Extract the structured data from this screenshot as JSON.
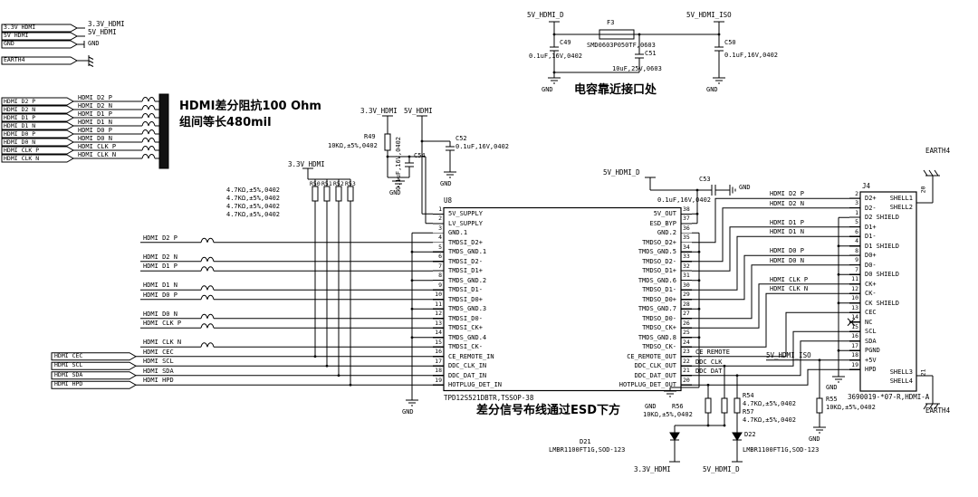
{
  "schematic": {
    "tl_ports": [
      {
        "label": "3.3V HDMI",
        "net": "3.3V_HDMI"
      },
      {
        "label": "5V HDMI",
        "net": "5V_HDMI"
      },
      {
        "label": "GND",
        "net": "GND"
      },
      {
        "label": "EARTH4",
        "net": "EARTH4"
      }
    ],
    "hdmi_in": [
      "HDMI D2 P",
      "HDMI D2 N",
      "HDMI D1 P",
      "HDMI D1 N",
      "HDMI D0 P",
      "HDMI D0 N",
      "HDMI CLK P",
      "HDMI CLK N"
    ],
    "notes": {
      "impedance": "HDMI差分阻抗100 Ohm",
      "matching": "组间等长480mil",
      "caps_near_connector": "电容靠近接口处",
      "esd_routing": "差分信号布线通过ESD下方"
    },
    "pullups": {
      "net": "3.3V_HDMI",
      "refs": [
        "R50",
        "R51",
        "R52",
        "R53"
      ],
      "values": [
        "4.7KΩ,±5%,0402",
        "4.7KΩ,±5%,0402",
        "4.7KΩ,±5%,0402",
        "4.7KΩ,±5%,0402"
      ]
    },
    "rail_33": {
      "net": "3.3V_HDMI",
      "r49_ref": "R49",
      "r49_val": "10KΩ,±5%,0402",
      "c54_ref": "C54",
      "c54_val": "0.1uF,16V,0402",
      "gnd": "GND"
    },
    "rail_5v": {
      "net": "5V_HDMI",
      "c52_ref": "C52",
      "c52_val": "0.1uF,16V,0402",
      "gnd": "GND"
    },
    "filter": {
      "net_in": "5V_HDMI_D",
      "net_out": "5V_HDMI_ISO",
      "fuse_ref": "F3",
      "fuse_part": "SMD0603P050TF,0603",
      "c49_ref": "C49",
      "c49_val": "0.1uF,16V,0402",
      "c51_ref": "C51",
      "c51_val": "10uF,25V,0603",
      "c50_ref": "C50",
      "c50_val": "0.1uF,16V,0402",
      "gnd_left": "GND",
      "gnd_right": "GND"
    },
    "c53": {
      "net": "5V_HDMI_D",
      "ref": "C53",
      "val": "0.1uF,16V,0402",
      "gnd": "GND"
    },
    "u8": {
      "ref": "U8",
      "part": "TPD12S521DBTR,TSSOP-38",
      "gnd": "GND",
      "left_pins": [
        {
          "num": "1",
          "name": "5V_SUPPLY"
        },
        {
          "num": "2",
          "name": "LV_SUPPLY"
        },
        {
          "num": "3",
          "name": "GND.1"
        },
        {
          "num": "4",
          "name": "TMDSI_D2+"
        },
        {
          "num": "5",
          "name": "TMDS_GND.1"
        },
        {
          "num": "6",
          "name": "TMDSI_D2-"
        },
        {
          "num": "7",
          "name": "TMDSI_D1+"
        },
        {
          "num": "8",
          "name": "TMDS_GND.2"
        },
        {
          "num": "9",
          "name": "TMDSI_D1-"
        },
        {
          "num": "10",
          "name": "TMDSI_D0+"
        },
        {
          "num": "11",
          "name": "TMDS_GND.3"
        },
        {
          "num": "12",
          "name": "TMDSI_D0-"
        },
        {
          "num": "13",
          "name": "TMDSI_CK+"
        },
        {
          "num": "14",
          "name": "TMDS_GND.4"
        },
        {
          "num": "15",
          "name": "TMDSI_CK-"
        },
        {
          "num": "16",
          "name": "CE_REMOTE_IN"
        },
        {
          "num": "17",
          "name": "DDC_CLK_IN"
        },
        {
          "num": "18",
          "name": "DDC_DAT_IN"
        },
        {
          "num": "19",
          "name": "HOTPLUG_DET_IN"
        }
      ],
      "right_pins": [
        {
          "num": "38",
          "name": "5V_OUT"
        },
        {
          "num": "37",
          "name": "ESD_BYP"
        },
        {
          "num": "36",
          "name": "GND.2"
        },
        {
          "num": "35",
          "name": "TMDSO_D2+"
        },
        {
          "num": "34",
          "name": "TMDS_GND.5"
        },
        {
          "num": "33",
          "name": "TMDSO_D2-"
        },
        {
          "num": "32",
          "name": "TMDSO_D1+"
        },
        {
          "num": "31",
          "name": "TMDS_GND.6"
        },
        {
          "num": "30",
          "name": "TMDSO_D1-"
        },
        {
          "num": "29",
          "name": "TMDSO_D0+"
        },
        {
          "num": "28",
          "name": "TMDS_GND.7"
        },
        {
          "num": "27",
          "name": "TMDSO_D0-"
        },
        {
          "num": "26",
          "name": "TMDSO_CK+"
        },
        {
          "num": "25",
          "name": "TMDS_GND.8"
        },
        {
          "num": "24",
          "name": "TMDSO_CK-"
        },
        {
          "num": "23",
          "name": "CE_REMOTE_OUT"
        },
        {
          "num": "22",
          "name": "DDC_CLK_OUT"
        },
        {
          "num": "21",
          "name": "DDC_DAT_OUT"
        },
        {
          "num": "20",
          "name": "HOTPLUG_DET_OUT"
        }
      ]
    },
    "mid_signals": [
      "HDMI D2 P",
      "HDMI D2 N",
      "HDMI D1 P",
      "HDMI D1 N",
      "HDMI D0 P",
      "HDMI D0 N",
      "HDMI CLK P",
      "HDMI CLK N"
    ],
    "ctrl_ports": [
      "HDMI CEC",
      "HDMI SCL",
      "HDMI SDA",
      "HDMI HPD"
    ],
    "ctrl_nets": {
      "ce": "CE REMOTE",
      "clk": "DDC CLK",
      "dat": "DDC DAT",
      "iso": "5V_HDMI_ISO"
    },
    "j4": {
      "ref": "J4",
      "part": "3690019-*07-R,HDMI-A",
      "shield_gnd": "GND",
      "pins": [
        {
          "num": "2",
          "name": "D2+"
        },
        {
          "num": "3",
          "name": "D2-"
        },
        {
          "num": "1",
          "name": "D2 SHIELD"
        },
        {
          "num": "5",
          "name": "D1+"
        },
        {
          "num": "6",
          "name": "D1-"
        },
        {
          "num": "4",
          "name": "D1 SHIELD"
        },
        {
          "num": "8",
          "name": "D0+"
        },
        {
          "num": "9",
          "name": "D0-"
        },
        {
          "num": "7",
          "name": "D0 SHIELD"
        },
        {
          "num": "11",
          "name": "CK+"
        },
        {
          "num": "12",
          "name": "CK-"
        },
        {
          "num": "10",
          "name": "CK SHIELD"
        },
        {
          "num": "13",
          "name": "CEC"
        },
        {
          "num": "14",
          "name": "NC"
        },
        {
          "num": "15",
          "name": "SCL"
        },
        {
          "num": "16",
          "name": "SDA"
        },
        {
          "num": "17",
          "name": "PGND"
        },
        {
          "num": "18",
          "name": "+5V"
        },
        {
          "num": "19",
          "name": "HPD"
        }
      ],
      "nets": [
        "HDMI D2 P",
        "HDMI D2 N",
        "HDMI D1 P",
        "HDMI D1 N",
        "HDMI D0 P",
        "HDMI D0 N",
        "HDMI CLK P",
        "HDMI CLK N"
      ],
      "shells_top": [
        "SHELL1",
        "SHELL2"
      ],
      "shells_bottom": [
        "SHELL3",
        "SHELL4"
      ],
      "shell_pin_top": "20",
      "shell_pin_bottom": "21",
      "earth_top": "EARTH4",
      "earth_bottom": "EARTH4"
    },
    "bottom": {
      "gnd_mid": "GND",
      "r56_ref": "R56",
      "r56_val": "10KΩ,±5%,0402",
      "r54_ref": "R54",
      "r54_val": "4.7KΩ,±5%,0402",
      "r57_ref": "R57",
      "r57_val": "4.7KΩ,±5%,0402",
      "r55_ref": "R55",
      "r55_val": "10KΩ,±5%,0402",
      "r55_gnd": "GND",
      "d21_ref": "D21",
      "d21_part": "LMBR1100FT1G,SOD-123",
      "d22_ref": "D22",
      "d22_part": "LMBR1100FT1G,SOD-123",
      "net_33": "3.3V_HDMI",
      "net_5d": "5V_HDMI_D"
    }
  }
}
